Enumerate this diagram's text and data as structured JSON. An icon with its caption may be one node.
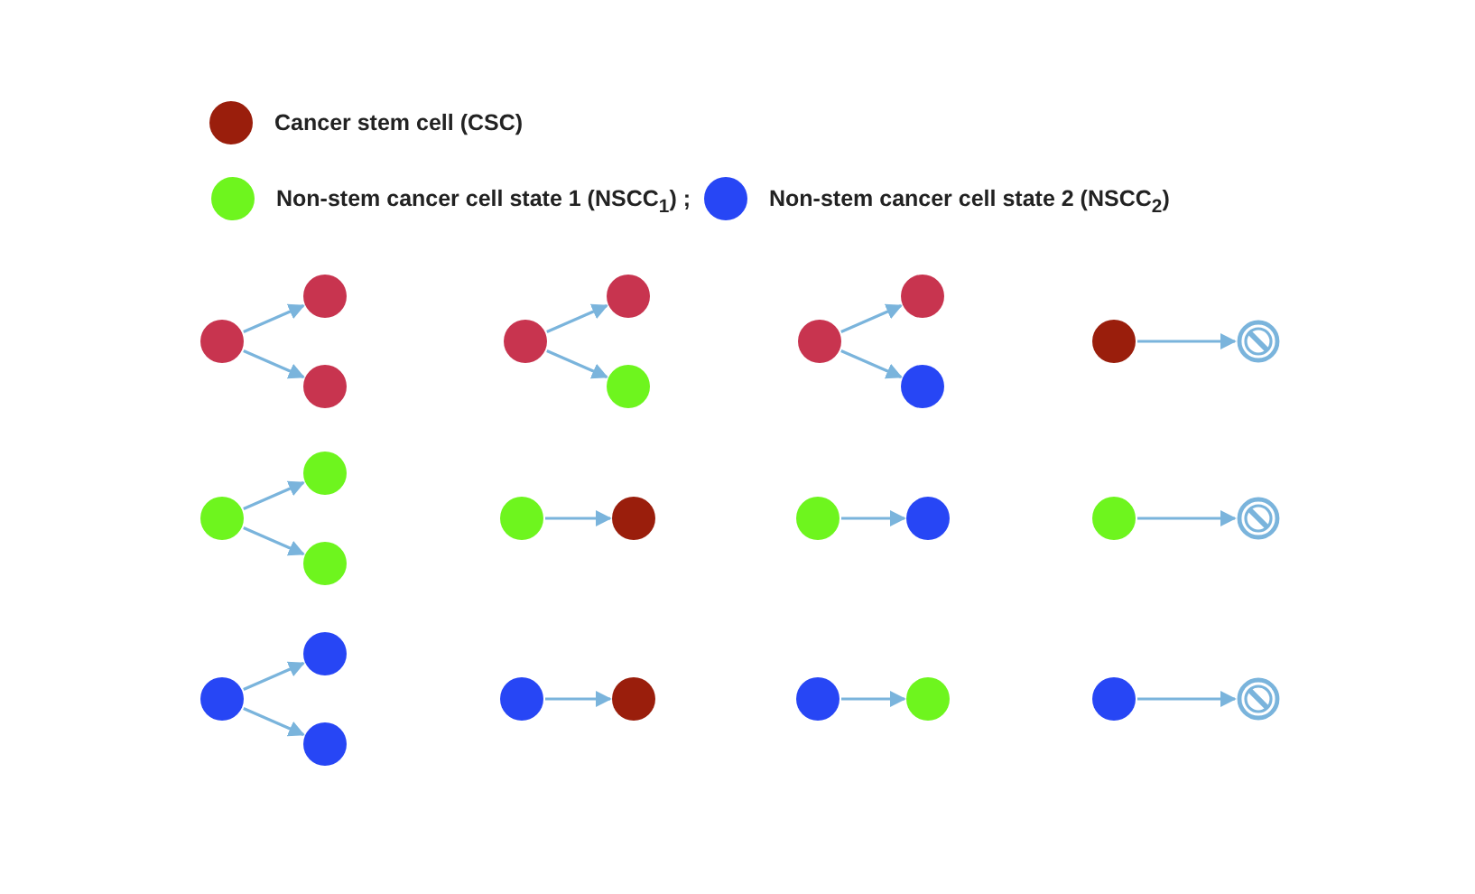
{
  "diagram": {
    "nodes": [
      {
        "text": [],
        "shape": "circle"
      },
      {
        "text": [],
        "shape": "circle"
      },
      {
        "text": [],
        "shape": "circle"
      },
      {
        "text": [],
        "shape": "circle"
      },
      {
        "text": [],
        "shape": "circle"
      },
      {
        "text": [],
        "shape": "circle"
      },
      {
        "text": [],
        "shape": "circle"
      },
      {
        "text": [],
        "shape": "circle"
      },
      {
        "text": [],
        "shape": "circle"
      },
      {
        "text": [],
        "shape": "circle"
      },
      {
        "text": [],
        "shape": "ban"
      },
      {
        "text": [],
        "shape": "circle"
      },
      {
        "text": [],
        "shape": "circle"
      },
      {
        "text": [],
        "shape": "circle"
      },
      {
        "text": [],
        "shape": "circle"
      },
      {
        "text": [],
        "shape": "circle"
      },
      {
        "text": [],
        "shape": "circle"
      },
      {
        "text": [],
        "shape": "circle"
      },
      {
        "text": [],
        "shape": "circle"
      },
      {
        "text": [],
        "shape": "ban"
      },
      {
        "text": [],
        "shape": "circle"
      },
      {
        "text": [],
        "shape": "circle"
      },
      {
        "text": [],
        "shape": "circle"
      },
      {
        "text": [],
        "shape": "circle"
      },
      {
        "text": [],
        "shape": "circle"
      },
      {
        "text": [],
        "shape": "circle"
      },
      {
        "text": [],
        "shape": "circle"
      },
      {
        "text": [],
        "shape": "circle"
      },
      {
        "text": [],
        "shape": "ban"
      }
    ],
    "edges": [
      {
        "from": 0,
        "to": 1,
        "arrow": "to"
      },
      {
        "from": 0,
        "to": 2,
        "arrow": "to"
      },
      {
        "from": 3,
        "to": 4,
        "arrow": "to"
      },
      {
        "from": 3,
        "to": 5,
        "arrow": "to"
      },
      {
        "from": 6,
        "to": 7,
        "arrow": "to"
      },
      {
        "from": 6,
        "to": 8,
        "arrow": "to"
      },
      {
        "from": 9,
        "to": 10,
        "arrow": "to"
      },
      {
        "from": 11,
        "to": 12,
        "arrow": "to"
      },
      {
        "from": 11,
        "to": 13,
        "arrow": "to"
      },
      {
        "from": 14,
        "to": 15,
        "arrow": "to"
      },
      {
        "from": 16,
        "to": 17,
        "arrow": "to"
      },
      {
        "from": 18,
        "to": 19,
        "arrow": "to"
      },
      {
        "from": 20,
        "to": 21,
        "arrow": "to"
      },
      {
        "from": 20,
        "to": 22,
        "arrow": "to"
      },
      {
        "from": 23,
        "to": 24,
        "arrow": "to"
      },
      {
        "from": 25,
        "to": 26,
        "arrow": "to"
      },
      {
        "from": 27,
        "to": 28,
        "arrow": "to"
      }
    ],
    "legend": [
      {
        "text": "Cancer stem cell (CSC)",
        "color": "#9a1e0c"
      },
      {
        "text": "Non-stem cancer cell state 1 (NSCC$_{1}$) ;",
        "color": "#6ef51e"
      },
      {
        "text": "Non-stem cancer cell state 2 (NSCC$_{2}$)",
        "color": "#2746f5"
      }
    ]
  }
}
